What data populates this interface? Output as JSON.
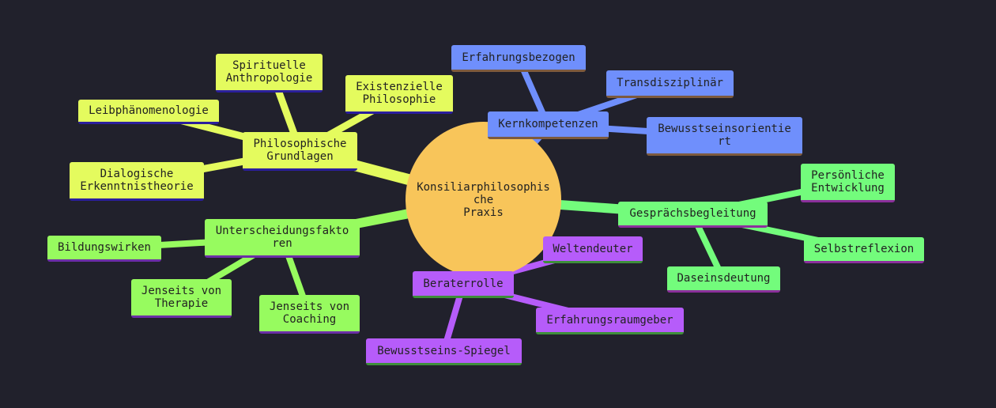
{
  "colors": {
    "background": "#21212c",
    "root": "#f8c55a",
    "yellow": "#e4fb5e",
    "blue": "#6f8ffc",
    "green": "#73fc7c",
    "lime": "#97fb5f",
    "purple": "#b65cfa",
    "yellow_border": "#2b1f9d",
    "blue_border": "#7d5a3e",
    "green_border": "#8c2f9c",
    "lime_border": "#6b2fa6",
    "purple_border": "#3e8f3a"
  },
  "root": {
    "label": "Konsiliarphilosophis\nche\nPraxis"
  },
  "branches": {
    "grundlagen": {
      "label": "Philosophische\nGrundlagen",
      "children": {
        "spirituelle": "Spirituelle\nAnthropologie",
        "existenzielle": "Existenzielle\nPhilosophie",
        "leib": "Leibphänomenologie",
        "dialogische": "Dialogische\nErkenntnistheorie"
      }
    },
    "kern": {
      "label": "Kernkompetenzen",
      "children": {
        "erfahrung": "Erfahrungsbezogen",
        "trans": "Transdisziplinär",
        "bewusst": "Bewusstseinsorientie\nrt"
      }
    },
    "gespraech": {
      "label": "Gesprächsbegleitung",
      "children": {
        "persoenlich": "Persönliche\nEntwicklung",
        "selbst": "Selbstreflexion",
        "dasein": "Daseinsdeutung"
      }
    },
    "berater": {
      "label": "Beraterrolle",
      "children": {
        "welten": "Weltendeuter",
        "raum": "Erfahrungsraumgeber",
        "spiegel": "Bewusstseins-Spiegel"
      }
    },
    "unterscheidung": {
      "label": "Unterscheidungsfakto\nren",
      "children": {
        "bildung": "Bildungswirken",
        "therapie": "Jenseits von\nTherapie",
        "coaching": "Jenseits von\nCoaching"
      }
    }
  }
}
